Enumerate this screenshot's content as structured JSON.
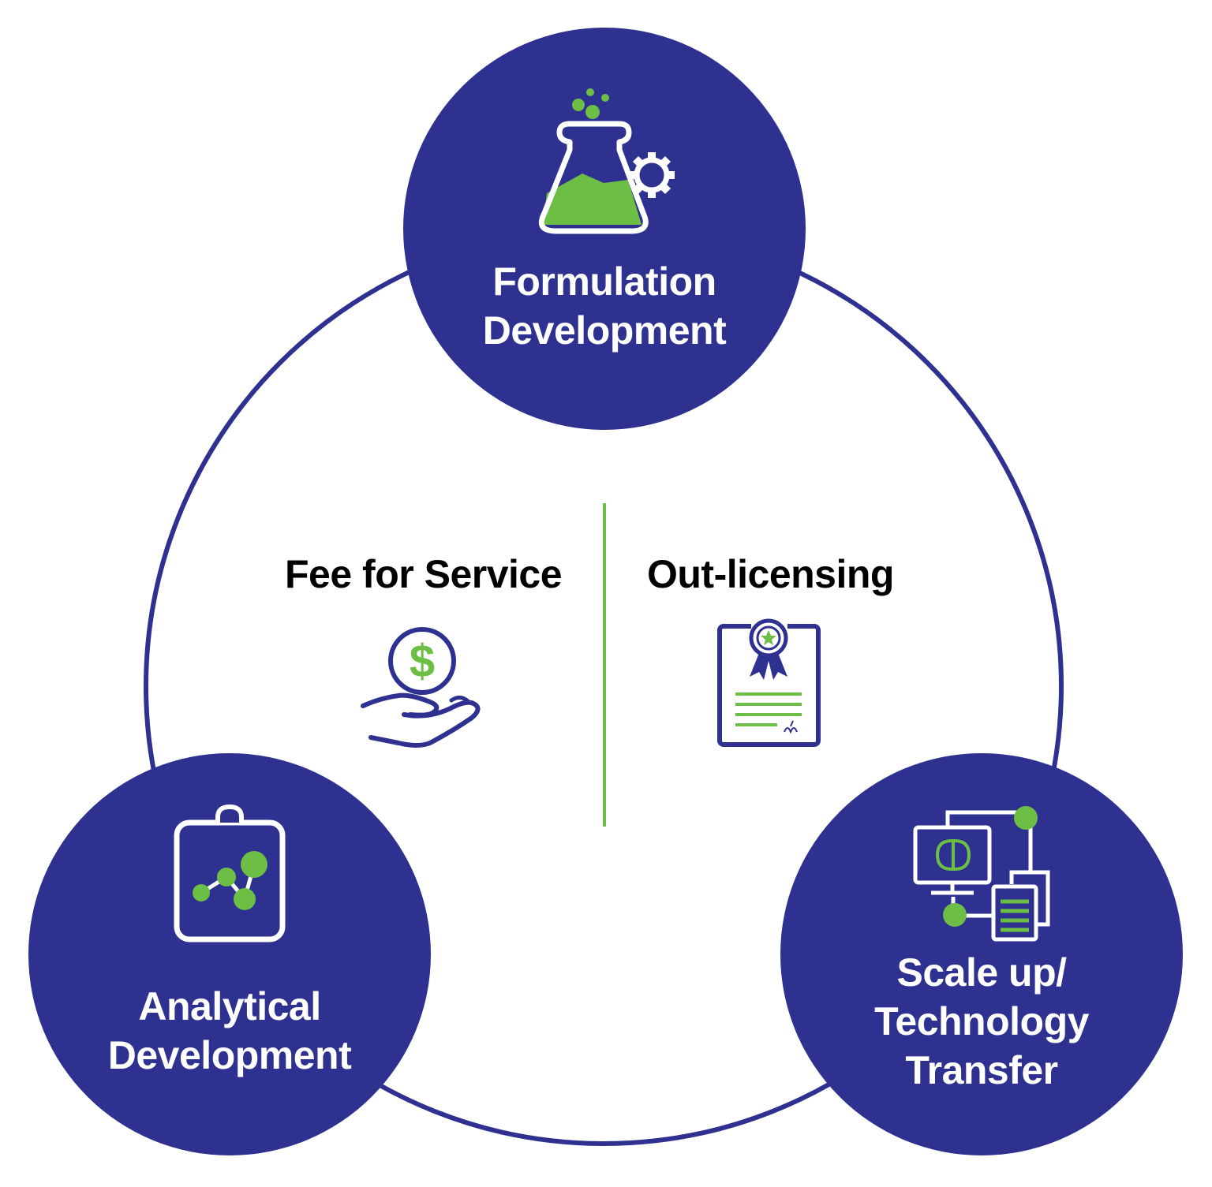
{
  "colors": {
    "navy": "#2E3190",
    "green": "#6CBE45",
    "white": "#FFFFFF",
    "text": "#000000"
  },
  "center": {
    "left_heading": "Fee for Service",
    "right_heading": "Out-licensing",
    "left_icon": "hand-dollar-coin-icon",
    "right_icon": "certificate-icon"
  },
  "nodes": {
    "top": {
      "line1": "Formulation",
      "line2": "Development",
      "icon": "flask-gear-icon"
    },
    "bottom_left": {
      "line1": "Analytical",
      "line2": "Development",
      "icon": "clipboard-chart-icon"
    },
    "bottom_right": {
      "line1": "Scale up/",
      "line2": "Technology",
      "line3": "Transfer",
      "icon": "network-transfer-icon"
    }
  }
}
